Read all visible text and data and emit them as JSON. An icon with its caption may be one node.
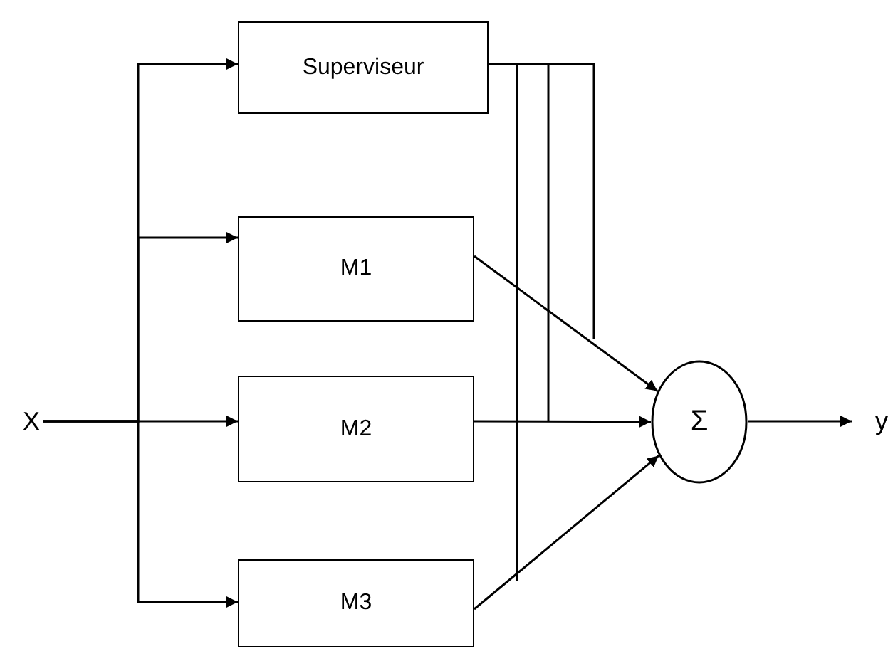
{
  "diagram": {
    "nodes": [
      {
        "text": [
          "X"
        ]
      },
      {
        "text": [
          "Superviseur"
        ]
      },
      {
        "text": [
          "M1"
        ]
      },
      {
        "text": [
          "M2"
        ]
      },
      {
        "text": [
          "M3"
        ]
      },
      {
        "text": [
          "Σ"
        ]
      },
      {
        "text": [
          "y"
        ]
      }
    ],
    "edges": [
      {
        "from": 0,
        "to": 1,
        "arrow": "to"
      },
      {
        "from": 0,
        "to": 2,
        "arrow": "to"
      },
      {
        "from": 0,
        "to": 3,
        "arrow": "to"
      },
      {
        "from": 0,
        "to": 4,
        "arrow": "to"
      },
      {
        "from": 2,
        "to": 5,
        "arrow": "to"
      },
      {
        "from": 3,
        "to": 5,
        "arrow": "to"
      },
      {
        "from": 4,
        "to": 5,
        "arrow": "to"
      },
      {
        "from": 5,
        "to": 6,
        "arrow": "to"
      },
      {
        "from": 1,
        "to": null,
        "arrow": "none"
      },
      {
        "from": 1,
        "to": null,
        "arrow": "none"
      },
      {
        "from": 1,
        "to": null,
        "arrow": "none"
      }
    ]
  }
}
